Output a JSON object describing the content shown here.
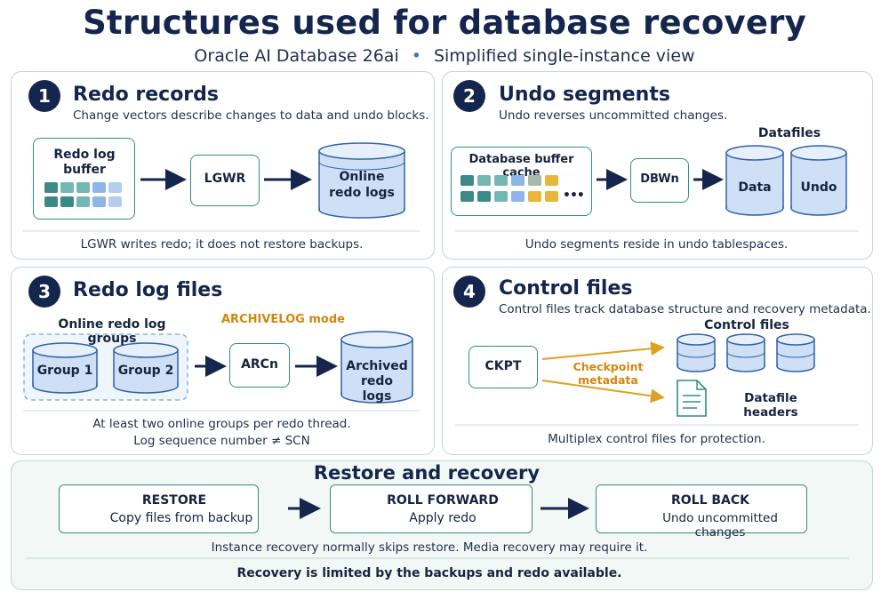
{
  "header": {
    "title": "Structures used for database recovery",
    "subtitle_left": "Oracle AI Database 26ai",
    "subtitle_sep": "•",
    "subtitle_right": "Simplified single-instance view"
  },
  "panel1": {
    "number": "1",
    "title": "Redo records",
    "desc": "Change vectors describe changes to data and undo blocks.",
    "buffer_label": "Redo log buffer",
    "lgwr": "LGWR",
    "online_logs": "Online redo logs",
    "footer": "LGWR writes redo; it does not restore backups."
  },
  "panel2": {
    "number": "2",
    "title": "Undo segments",
    "desc": "Undo reverses uncommitted changes.",
    "cache_label": "Database buffer cache",
    "ellipsis": "•••",
    "dbwn": "DBWn",
    "datafiles_label": "Datafiles",
    "data": "Data",
    "undo": "Undo",
    "footer": "Undo segments reside in undo tablespaces."
  },
  "panel3": {
    "number": "3",
    "title": "Redo log files",
    "groups_label": "Online redo log groups",
    "archivelog": "ARCHIVELOG mode",
    "group1": "Group 1",
    "group2": "Group 2",
    "arcn": "ARCn",
    "archived": "Archived redo logs",
    "footer1": "At least two online groups per redo thread.",
    "footer2": "Log sequence number ≠ SCN"
  },
  "panel4": {
    "number": "4",
    "title": "Control files",
    "desc": "Control files track database structure and recovery metadata.",
    "ckpt": "CKPT",
    "checkpoint": "Checkpoint metadata",
    "control_files": "Control files",
    "datafile_headers": "Datafile headers",
    "footer": "Multiplex control files for protection."
  },
  "recovery": {
    "title": "Restore and recovery",
    "restore_title": "RESTORE",
    "restore_sub": "Copy files from backup",
    "rollforward_title": "ROLL FORWARD",
    "rollforward_sub": "Apply redo",
    "rollback_title": "ROLL BACK",
    "rollback_sub": "Undo uncommitted changes",
    "note": "Instance recovery normally skips restore. Media recovery may require it.",
    "footer": "Recovery is limited by the backups and redo available."
  },
  "colors": {
    "navy": "#14264d",
    "teal": "#2f8f7d",
    "orange": "#d4860f",
    "cylinder": "#cfe0f6"
  }
}
